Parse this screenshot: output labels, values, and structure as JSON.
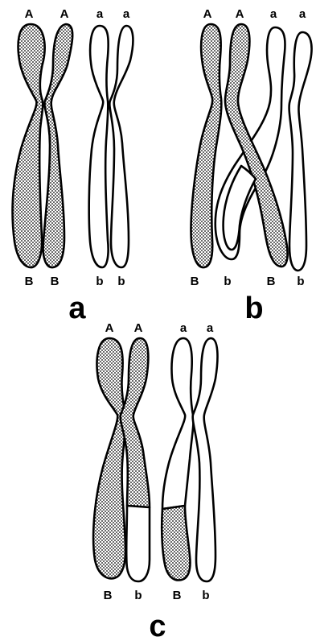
{
  "panels": [
    {
      "label": "a",
      "top_labels": [
        "A",
        "A",
        "a",
        "a"
      ],
      "bottom_labels": [
        "B",
        "B",
        "b",
        "b"
      ]
    },
    {
      "label": "b",
      "top_labels": [
        "A",
        "A",
        "a",
        "a"
      ],
      "bottom_labels": [
        "B",
        "b",
        "B",
        "b"
      ]
    },
    {
      "label": "c",
      "top_labels": [
        "A",
        "A",
        "a",
        "a"
      ],
      "bottom_labels": [
        "B",
        "b",
        "B",
        "b"
      ]
    }
  ],
  "colors": {
    "stroke": "#000000",
    "stipple": "#000000",
    "background": "#ffffff"
  }
}
